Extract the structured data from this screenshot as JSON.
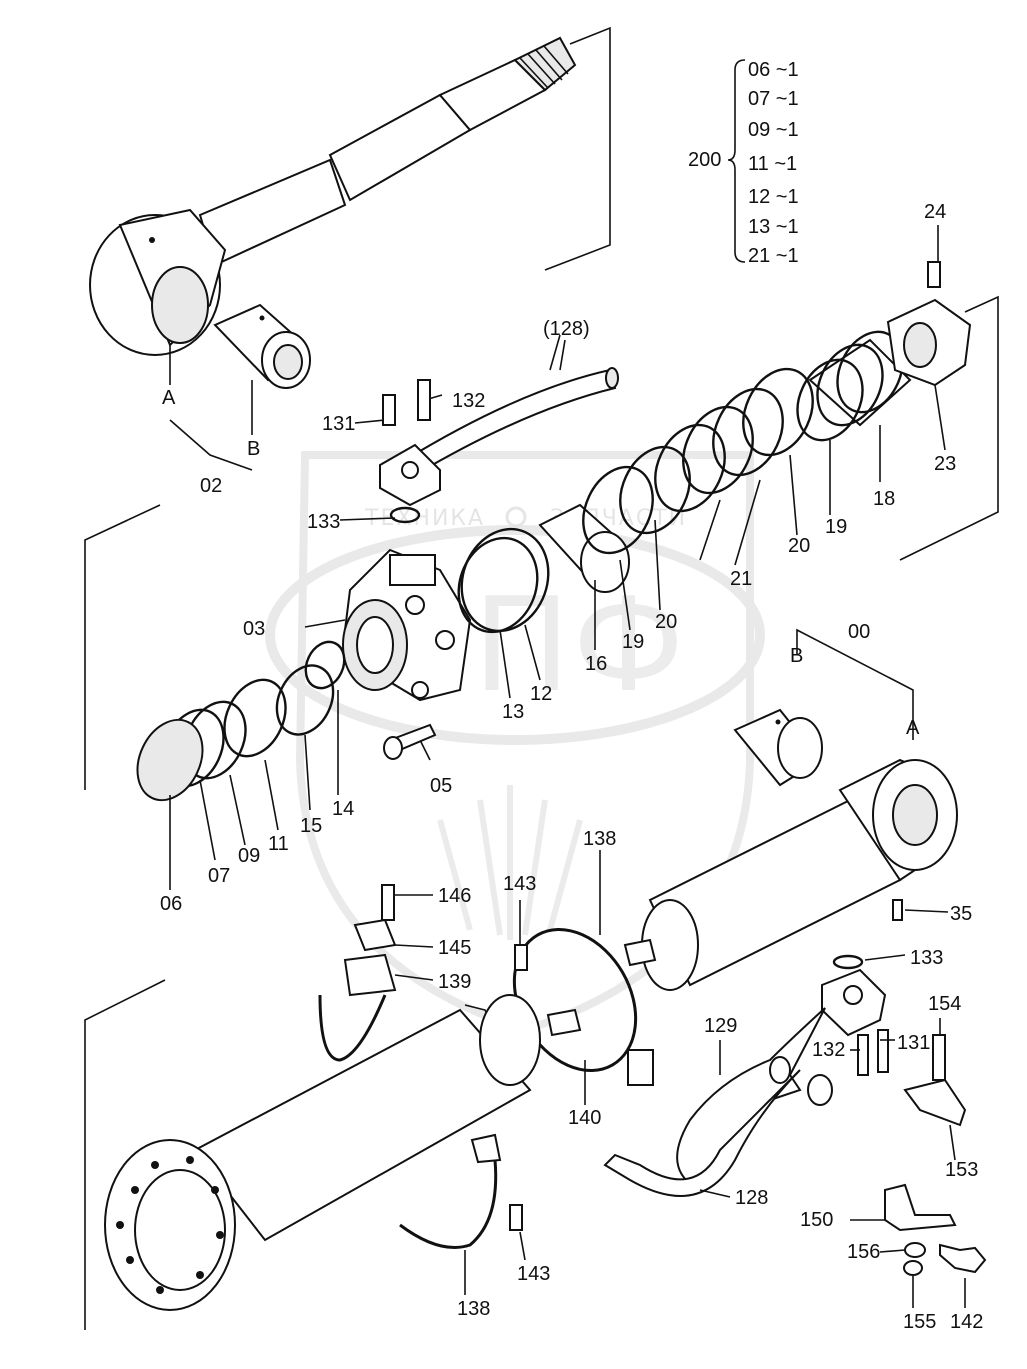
{
  "watermark": {
    "left": "ТЕХНИКА",
    "right": "ЗАПЧАСТИ",
    "logo": "ЭПФ"
  },
  "kit": {
    "label": "200",
    "items": [
      "06 ~1",
      "07 ~1",
      "09 ~1",
      "11 ~1",
      "12 ~1",
      "13 ~1",
      "21 ~1"
    ]
  },
  "callouts": {
    "c128_top": "(128)",
    "c131": "131",
    "c132": "132",
    "c133": "133",
    "cA_top": "A",
    "cB_top": "B",
    "c02": "02",
    "c24": "24",
    "c23": "23",
    "c18": "18",
    "c19a": "19",
    "c20a": "20",
    "c21": "21",
    "c20b": "20",
    "c19b": "19",
    "c16": "16",
    "c12": "12",
    "c13": "13",
    "c03": "03",
    "c05": "05",
    "c14": "14",
    "c15": "15",
    "c11": "11",
    "c09": "09",
    "c07": "07",
    "c06": "06",
    "c00": "00",
    "cB_right": "B",
    "cA_right": "A",
    "c35": "35",
    "c133b": "133",
    "c131b": "131",
    "c132b": "132",
    "c154": "154",
    "c129": "129",
    "c153": "153",
    "c138a": "138",
    "c143a": "143",
    "c146": "146",
    "c145": "145",
    "c139": "139",
    "c140": "140",
    "c128": "128",
    "c150": "150",
    "c156": "156",
    "c142": "142",
    "c155": "155",
    "c143b": "143",
    "c138b": "138"
  }
}
